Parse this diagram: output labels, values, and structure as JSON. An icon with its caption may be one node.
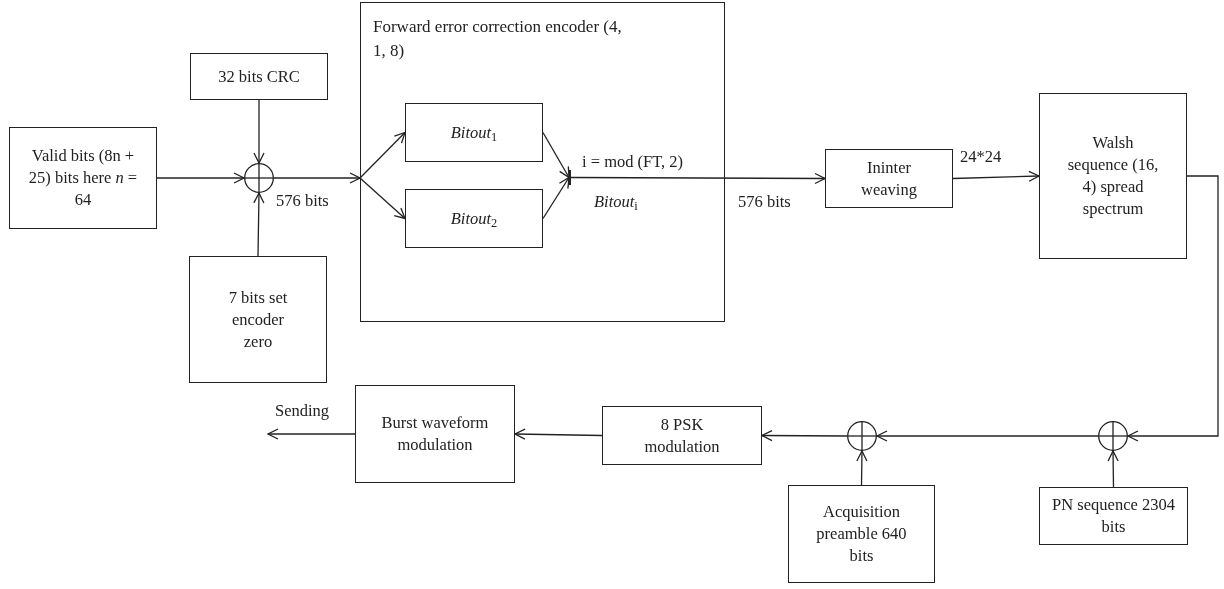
{
  "diagram": {
    "nodes": [
      {
        "text": [
          "Valid bits (8n + 25) bits here *n* = 64"
        ]
      },
      {
        "text": [
          "32 bits CRC"
        ]
      },
      {
        "text": [],
        "shape": "circle"
      },
      {
        "text": [
          "7 bits set encoder zero"
        ]
      },
      {
        "text": [
          "Forward error correction encoder (4, 1, 8)"
        ]
      },
      {
        "text": [
          "*Bitout*$_{1}$"
        ],
        "in": 4
      },
      {
        "text": [
          "*Bitout*$_{2}$"
        ],
        "in": 4
      },
      {
        "text": [],
        "shape": "bar",
        "in": 4
      },
      {
        "text": [
          "Ininter weaving"
        ]
      },
      {
        "text": [
          "Walsh sequence (16, 4) spread spectrum"
        ]
      },
      {
        "text": [],
        "shape": "circle"
      },
      {
        "text": [
          "PN sequence 2304 bits"
        ]
      },
      {
        "text": [],
        "shape": "circle"
      },
      {
        "text": [
          "Acquisition preamble 640 bits"
        ]
      },
      {
        "text": [
          "8 PSK modulation"
        ]
      },
      {
        "text": [
          "Burst waveform modulation"
        ]
      }
    ],
    "edges": [
      {
        "from": 0,
        "to": 2,
        "arrow": "to"
      },
      {
        "from": 1,
        "to": 2,
        "arrow": "to"
      },
      {
        "from": 3,
        "to": 2,
        "arrow": "to"
      },
      {
        "from": 2,
        "to": 4,
        "arrow": "to",
        "label": "576 bits"
      },
      {
        "from": 4,
        "to": 5,
        "arrow": "to"
      },
      {
        "from": 4,
        "to": 6,
        "arrow": "to"
      },
      {
        "from": 5,
        "to": 7,
        "arrow": "to"
      },
      {
        "from": 6,
        "to": 7,
        "arrow": "to"
      },
      {
        "from": 7,
        "to": 8,
        "arrow": "to",
        "label": "576 bits"
      },
      {
        "from": 8,
        "to": 9,
        "arrow": "to",
        "label": "24*24"
      },
      {
        "from": 9,
        "to": 10,
        "arrow": "to"
      },
      {
        "from": 11,
        "to": 10,
        "arrow": "to"
      },
      {
        "from": 10,
        "to": 12,
        "arrow": "to"
      },
      {
        "from": 13,
        "to": 12,
        "arrow": "to"
      },
      {
        "from": 12,
        "to": 14,
        "arrow": "to"
      },
      {
        "from": 14,
        "to": 15,
        "arrow": "to"
      },
      {
        "from": 15,
        "to": null,
        "arrow": "to",
        "label": "Sending"
      }
    ],
    "labels": [
      "i = mod (FT, 2)",
      "*Bitout*$_{i}$"
    ]
  }
}
